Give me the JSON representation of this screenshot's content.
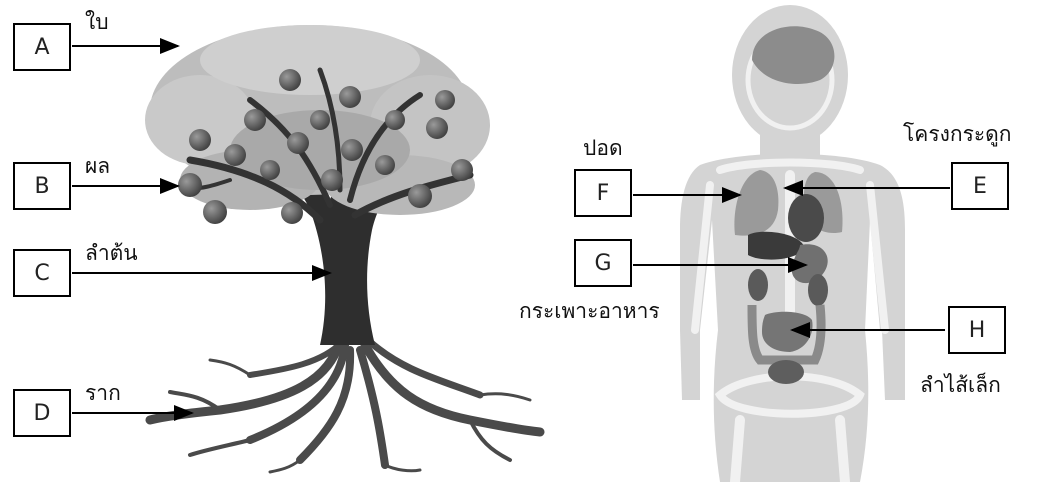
{
  "plant": {
    "A": {
      "letter": "A",
      "label": "ใบ"
    },
    "B": {
      "letter": "B",
      "label": "ผล"
    },
    "C": {
      "letter": "C",
      "label": "ลำต้น"
    },
    "D": {
      "letter": "D",
      "label": "ราก"
    }
  },
  "body": {
    "E": {
      "letter": "E",
      "label": "โครงกระดูก"
    },
    "F": {
      "letter": "F",
      "label": "ปอด"
    },
    "G": {
      "letter": "G",
      "label": "กระเพาะอาหาร"
    },
    "H": {
      "letter": "H",
      "label": "ลำไส้เล็ก"
    }
  }
}
